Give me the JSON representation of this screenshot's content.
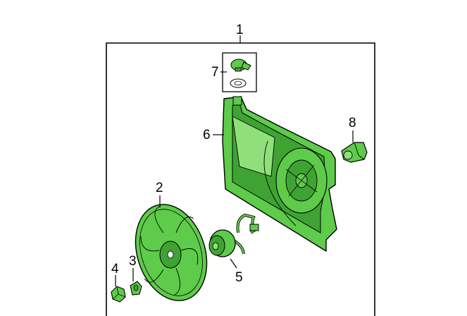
{
  "diagram": {
    "callouts": [
      "1",
      "2",
      "3",
      "4",
      "5",
      "6",
      "7",
      "8"
    ]
  },
  "colors": {
    "part_fill": "#5ecb4a",
    "part_fill_dark": "#3fa334",
    "part_fill_light": "#8fe07a",
    "outline": "#000000",
    "background": "#ffffff"
  }
}
